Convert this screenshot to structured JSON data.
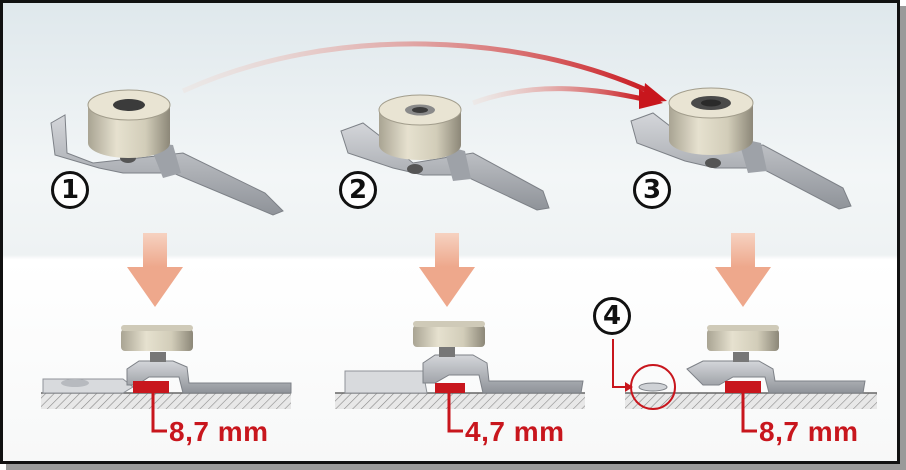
{
  "diagram": {
    "steps": [
      {
        "marker": "1",
        "measurement": "8,7 mm"
      },
      {
        "marker": "2",
        "measurement": "4,7 mm"
      },
      {
        "marker": "3",
        "measurement": "8,7 mm"
      }
    ],
    "detail_marker": "4",
    "colors": {
      "accent_red": "#c8161d",
      "arrow_peach": "#f0b8a0",
      "metal": "#b9bcc2",
      "wheel": "#d9d4c2"
    }
  }
}
